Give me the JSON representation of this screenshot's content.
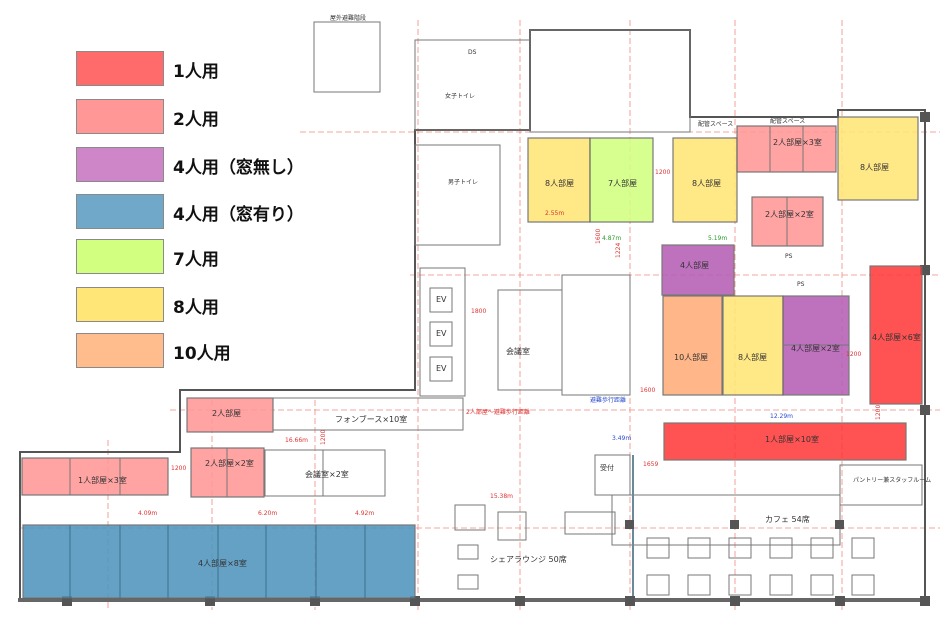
{
  "legend": [
    {
      "label": "1人用",
      "color": "#ff6b6b"
    },
    {
      "label": "2人用",
      "color": "#ff9797"
    },
    {
      "label": "4人用（窓無し）",
      "color": "#cf86c8"
    },
    {
      "label": "4人用（窓有り）",
      "color": "#6fa8c8"
    },
    {
      "label": "7人用",
      "color": "#d2ff80"
    },
    {
      "label": "8人用",
      "color": "#ffe677"
    },
    {
      "label": "10人用",
      "color": "#ffbd8e"
    }
  ],
  "rooms": {
    "r8a": "8人部屋",
    "r7": "7人部屋",
    "r8b": "8人部屋",
    "r2x3": "2人部屋×3室",
    "r8c": "8人部屋",
    "r2x2a": "2人部屋×2室",
    "r4a": "4人部屋",
    "r10": "10人部屋",
    "r8d": "8人部屋",
    "r4x2": "4人部屋×2室",
    "r4x6": "4人部屋×6室",
    "r1x10": "1人部屋×10室",
    "r2top": "2人部屋",
    "r2x2b": "2人部屋×2室",
    "r1x3": "1人部屋×3室",
    "r4x8": "4人部屋×8室"
  },
  "areas": {
    "stairs_outdoor": "屋外避難階段",
    "ds": "DS",
    "women_toilet": "女子トイレ",
    "men_toilet": "男子トイレ",
    "ev": "EV",
    "meeting": "会議室",
    "meeting2": "会議室×2室",
    "phone_booth": "フォンブース×10室",
    "piping1": "配管スペース",
    "piping2": "配管スペース",
    "ps": "PS",
    "ps2": "PS",
    "reception": "受付",
    "lounge": "シェアラウンジ 50席",
    "cafe": "カフェ 54席",
    "pantry": "パントリー兼スタッフルーム"
  },
  "dimensions": {
    "d1200a": "1200",
    "d1600a": "1600",
    "d1224": "1224",
    "d1800": "1800",
    "d1600b": "1600",
    "d1200b": "1200",
    "d1200c": "1200",
    "d1659": "1659",
    "d1200d": "1200",
    "d1200e": "1200",
    "m1": "4.87m",
    "m2": "5.19m",
    "m3": "12.29m",
    "m4": "3.49m",
    "m5": "15.38m",
    "m6": "16.66m",
    "m7": "4.09m",
    "m8": "6.20m",
    "m9": "4.92m",
    "m10": "2.55m",
    "note1": "避難歩行距離",
    "note2": "2人部屋～避難歩行距離"
  }
}
